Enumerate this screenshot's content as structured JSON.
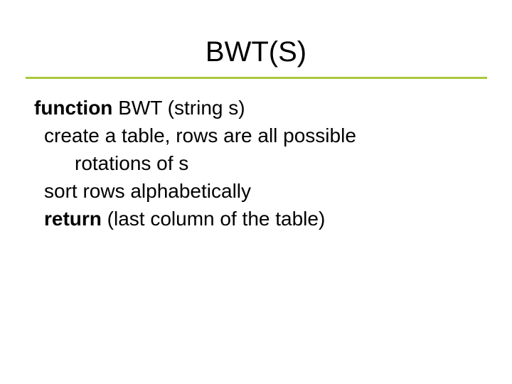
{
  "slide": {
    "title": "BWT(S)",
    "accent_color": "#aac83c",
    "background_color": "#ffffff",
    "text_color": "#000000",
    "divider": {
      "name": "title-underline-rule"
    },
    "body": {
      "lines": [
        {
          "indent": "level-1",
          "keyword": "function",
          "rest": " BWT (string s)"
        },
        {
          "indent": "level-2",
          "keyword": "",
          "rest": "create a table, rows are all possible"
        },
        {
          "indent": "continuation",
          "keyword": "",
          "rest": "rotations of s"
        },
        {
          "indent": "level-2",
          "keyword": "",
          "rest": "sort rows alphabetically"
        },
        {
          "indent": "level-2",
          "keyword": "return",
          "rest": " (last column of the table)"
        }
      ]
    }
  }
}
